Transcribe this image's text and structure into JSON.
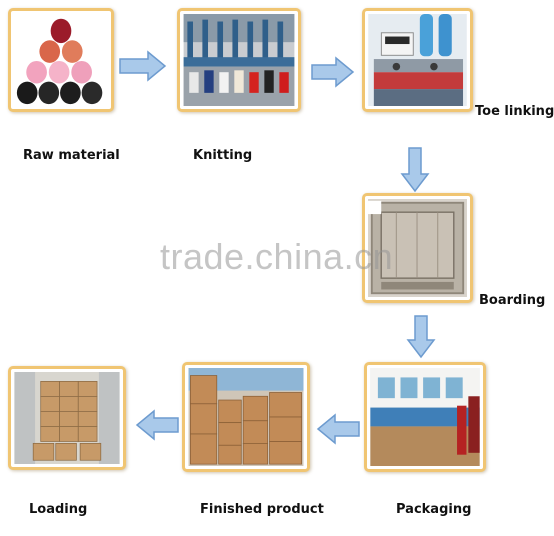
{
  "steps": {
    "raw_material": "Raw material",
    "knitting": "Knitting",
    "toe_linking": "Toe linking",
    "boarding": "Boarding",
    "packaging": "Packaging",
    "finished_product": "Finished product",
    "loading": "Loading"
  },
  "watermark": "trade.china.cn",
  "colors": {
    "frame_border": "#f0c572",
    "arrow_fill": "#a9c9ea",
    "arrow_stroke": "#6d9bcf"
  }
}
